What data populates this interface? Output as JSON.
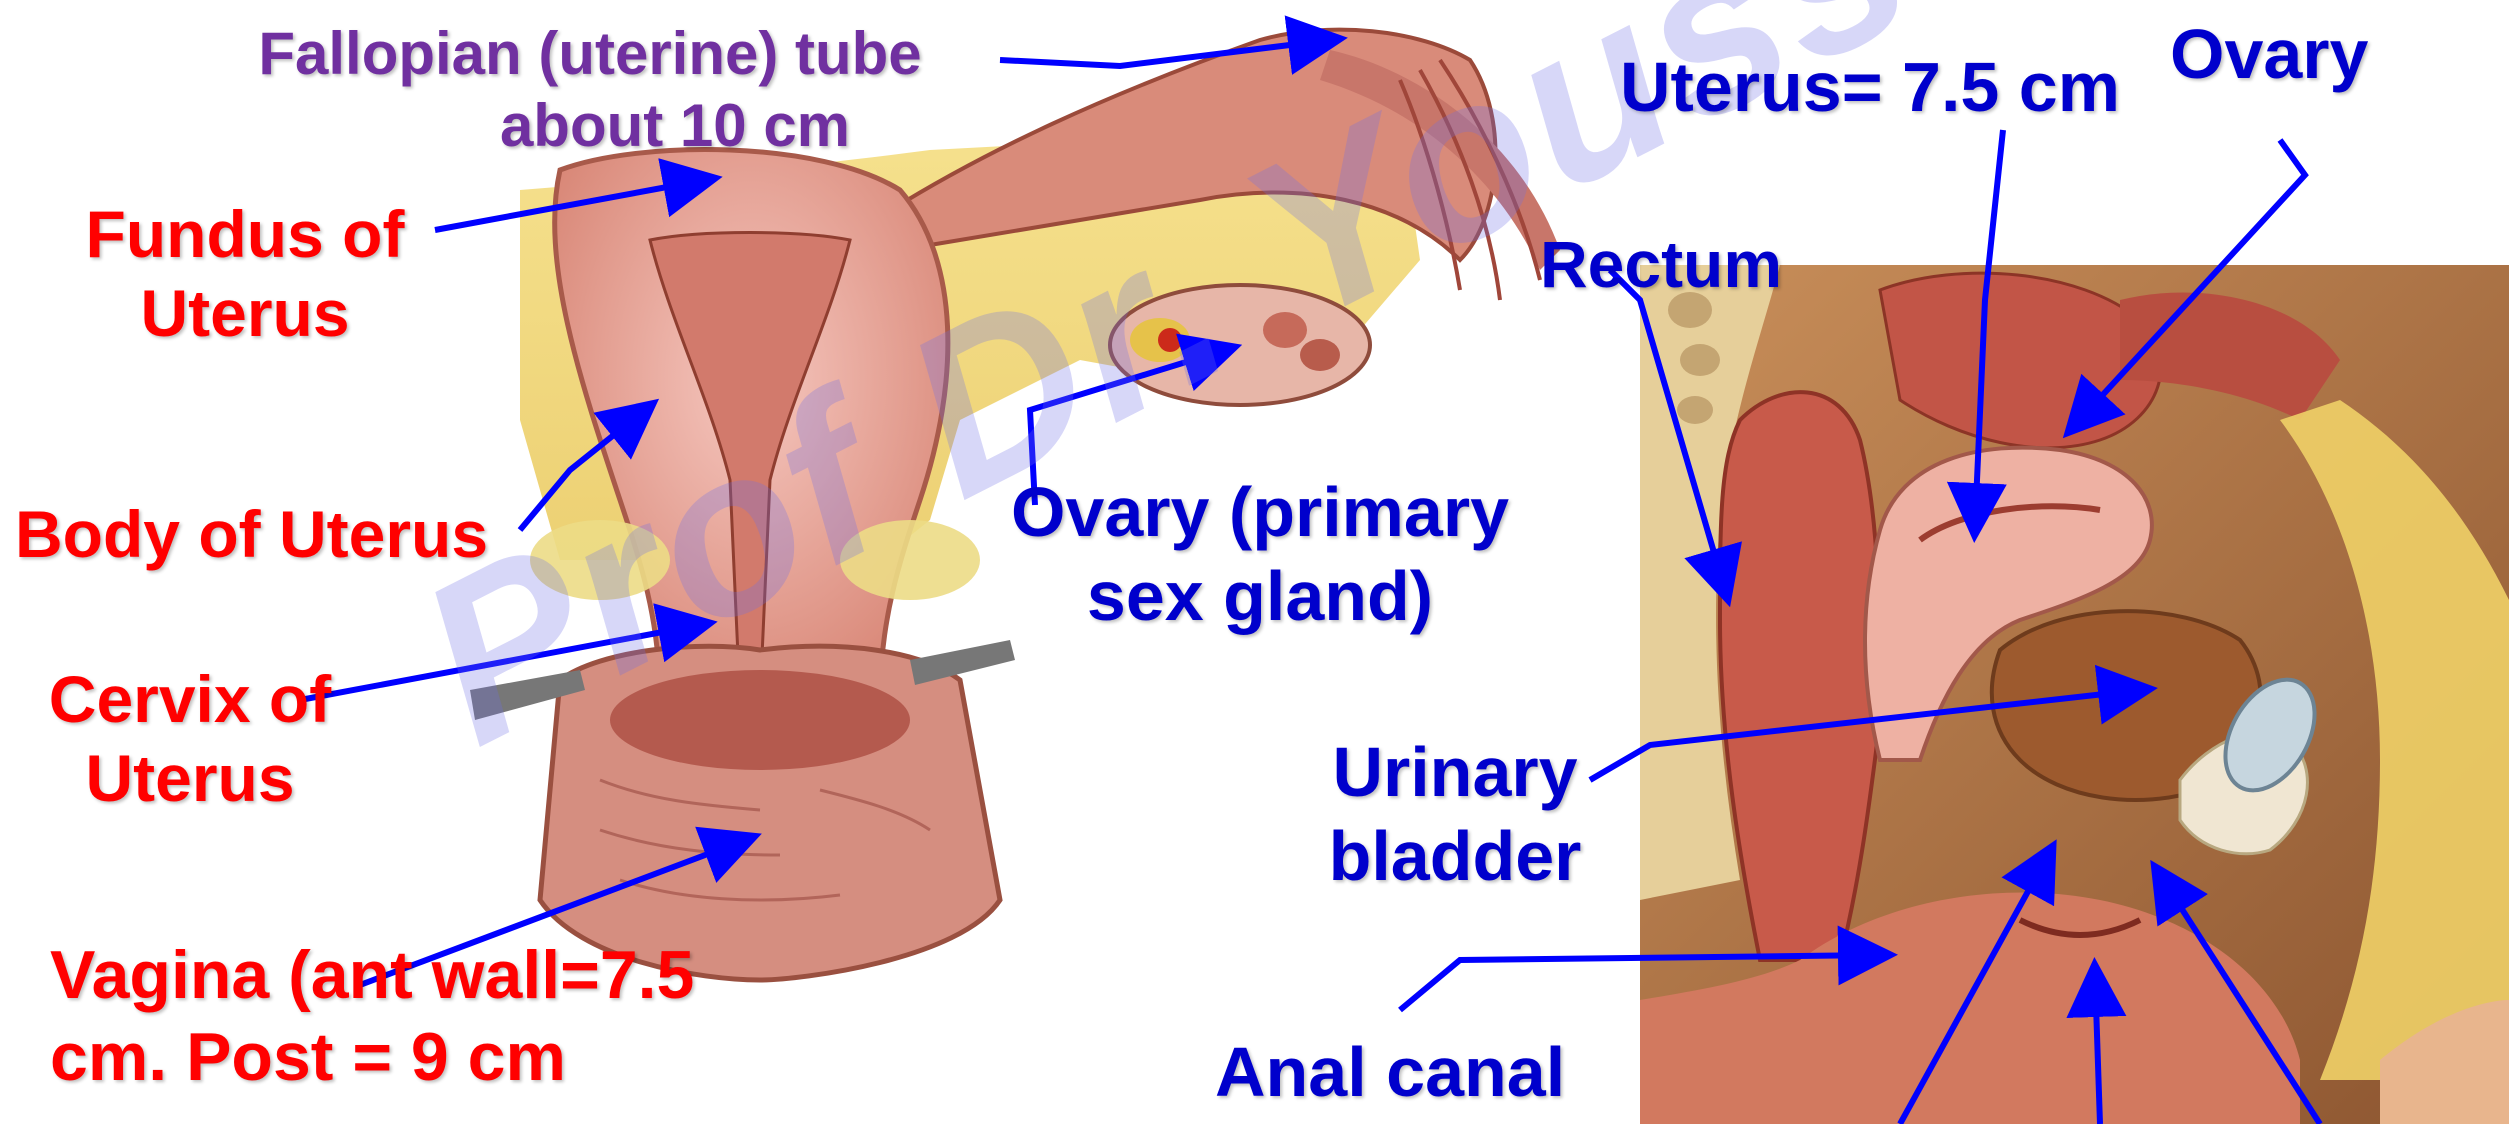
{
  "labels": {
    "fallopian_line1": "Fallopian (uterine) tube",
    "fallopian_line2": "about 10 cm",
    "fundus_line1": "Fundus of",
    "fundus_line2": "Uterus",
    "body": "Body of Uterus",
    "cervix_line1": "Cervix of",
    "cervix_line2": "Uterus",
    "vagina_line1": "Vagina (ant wall=7.5",
    "vagina_line2": "cm. Post = 9 cm",
    "ovary_primary_line1": "Ovary  (primary",
    "ovary_primary_line2": "sex gland)",
    "uterus_size": "Uterus= 7.5 cm",
    "ovary": "Ovary",
    "rectum": "Rectum",
    "urinary_line1": "Urinary",
    "urinary_line2": "bladder",
    "anal_canal": "Anal canal"
  },
  "watermark": "Prof Dr. Youssef Hussein",
  "colors": {
    "red_label": "#ff0000",
    "blue_label": "#0000cc",
    "purple_label": "#7030a0",
    "arrow": "#0000ff"
  }
}
